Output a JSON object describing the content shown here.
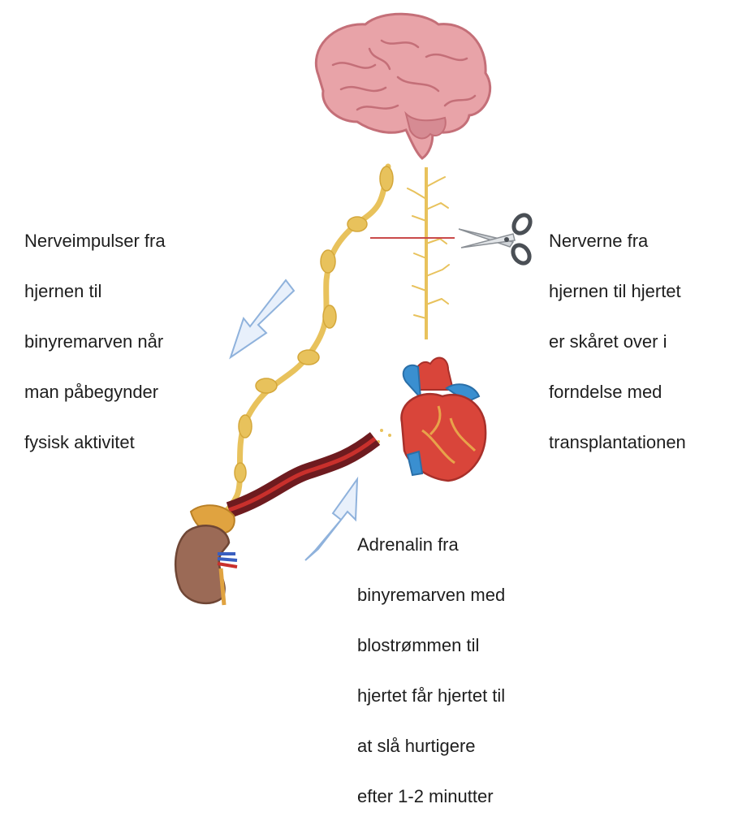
{
  "labels": {
    "left": [
      "Nerveimpulser fra",
      "hjernen til",
      "binyremarven når",
      "man påbegynder",
      "fysisk aktivitet"
    ],
    "right": [
      "Nerverne fra",
      "hjernen til hjertet",
      "er skåret over i",
      "forndelse med",
      "transplantationen"
    ],
    "bottom": [
      "Adrenalin fra",
      "binyremarven med",
      "blostrømmen til",
      "hjertet får hjertet til",
      "at slå hurtigere",
      "efter 1-2 minutter"
    ]
  },
  "colors": {
    "brain": "#e8a3a8",
    "brain_outline": "#c46f78",
    "nerve": "#e8c25c",
    "nerve_dark": "#d4a73a",
    "vessel": "#6e1b1f",
    "vessel_stripe": "#c9302c",
    "heart": "#d9453a",
    "heart_blue": "#3a8fd0",
    "kidney": "#9b6a56",
    "adrenal": "#e0a340",
    "arrow_fill": "#e8f0fb",
    "arrow_stroke": "#8fb2dc",
    "cut_line": "#c94a4a"
  },
  "icons": [
    "brain-icon",
    "nerve-chain-icon",
    "cut-nerve-icon",
    "scissors-icon",
    "heart-icon",
    "kidney-icon",
    "blood-vessel-icon",
    "arrow-down-left-icon",
    "arrow-up-right-icon"
  ]
}
